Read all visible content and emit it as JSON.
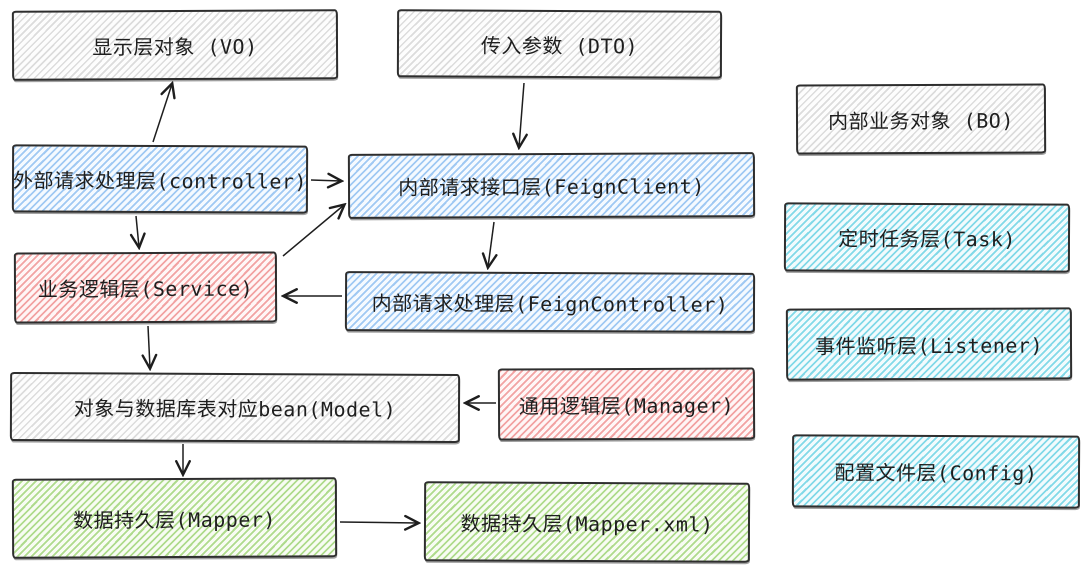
{
  "diagram": {
    "title": "Java layered architecture diagram (hand-drawn style)",
    "nodes": {
      "vo": {
        "label": "显示层对象 (VO)",
        "color_key": "gray"
      },
      "dto": {
        "label": "传入参数 (DTO)",
        "color_key": "gray"
      },
      "bo": {
        "label": "内部业务对象 (BO)",
        "color_key": "gray"
      },
      "controller": {
        "label": "外部请求处理层(controller)",
        "color_key": "blue"
      },
      "feignclient": {
        "label": "内部请求接口层(FeignClient)",
        "color_key": "blue"
      },
      "task": {
        "label": "定时任务层(Task)",
        "color_key": "cyan"
      },
      "service": {
        "label": "业务逻辑层(Service)",
        "color_key": "red"
      },
      "feigncontroller": {
        "label": "内部请求处理层(FeignController)",
        "color_key": "blue"
      },
      "listener": {
        "label": "事件监听层(Listener)",
        "color_key": "cyan"
      },
      "model": {
        "label": "对象与数据库表对应bean(Model)",
        "color_key": "gray"
      },
      "manager": {
        "label": "通用逻辑层(Manager)",
        "color_key": "red"
      },
      "config": {
        "label": "配置文件层(Config)",
        "color_key": "cyan"
      },
      "mapper": {
        "label": "数据持久层(Mapper)",
        "color_key": "green"
      },
      "mapperxml": {
        "label": "数据持久层(Mapper.xml)",
        "color_key": "green"
      }
    },
    "edges": [
      {
        "from": "controller",
        "to": "vo",
        "direction": "up"
      },
      {
        "from": "dto",
        "to": "feignclient",
        "direction": "down"
      },
      {
        "from": "controller",
        "to": "feignclient",
        "direction": "right"
      },
      {
        "from": "controller",
        "to": "service",
        "direction": "down"
      },
      {
        "from": "service",
        "to": "feignclient",
        "direction": "up-right"
      },
      {
        "from": "feignclient",
        "to": "feigncontroller",
        "direction": "down"
      },
      {
        "from": "feigncontroller",
        "to": "service",
        "direction": "left"
      },
      {
        "from": "service",
        "to": "model",
        "direction": "down"
      },
      {
        "from": "manager",
        "to": "model",
        "direction": "left"
      },
      {
        "from": "model",
        "to": "mapper",
        "direction": "down"
      },
      {
        "from": "mapper",
        "to": "mapperxml",
        "direction": "right"
      }
    ],
    "palette": {
      "stroke": "#1e1e1e",
      "border": "#2e2e2e",
      "gray_hatch": "#dcdcdc",
      "blue_hatch": "#a0c9f3",
      "red_hatch": "#f2a3a3",
      "green_hatch": "#afdb8d",
      "cyan_hatch": "#82d9e8",
      "background": "#ffffff"
    }
  }
}
